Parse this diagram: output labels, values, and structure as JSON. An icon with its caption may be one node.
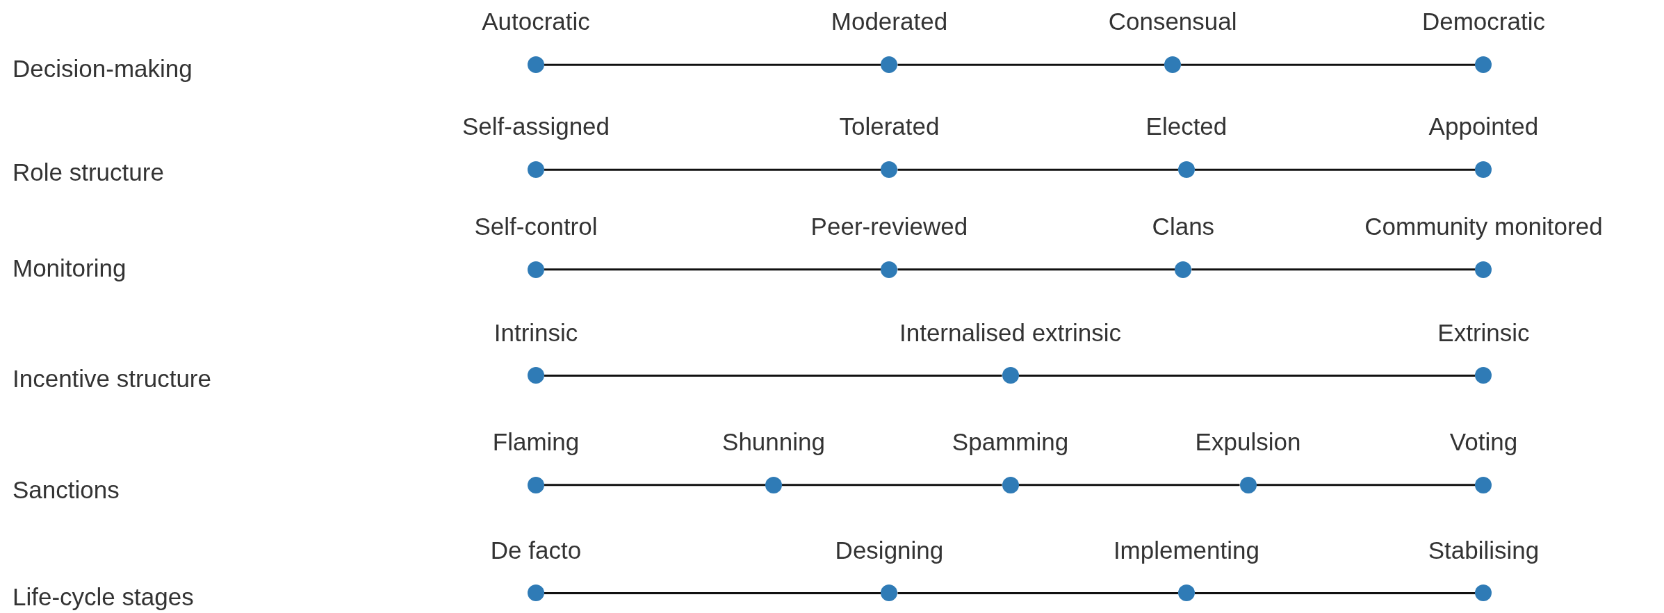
{
  "diagram": {
    "nodes": [
      {
        "text": [],
        "shape": "circle",
        "beside": [
          "Autocratic"
        ]
      },
      {
        "text": [],
        "shape": "circle",
        "beside": [
          "Moderated"
        ]
      },
      {
        "text": [],
        "shape": "circle",
        "beside": [
          "Consensual"
        ]
      },
      {
        "text": [],
        "shape": "circle",
        "beside": [
          "Democratic"
        ]
      },
      {
        "text": [],
        "shape": "circle",
        "beside": [
          "Self-assigned"
        ]
      },
      {
        "text": [],
        "shape": "circle",
        "beside": [
          "Tolerated"
        ]
      },
      {
        "text": [],
        "shape": "circle",
        "beside": [
          "Elected"
        ]
      },
      {
        "text": [],
        "shape": "circle",
        "beside": [
          "Appointed"
        ]
      },
      {
        "text": [],
        "shape": "circle",
        "beside": [
          "Self-control"
        ]
      },
      {
        "text": [],
        "shape": "circle",
        "beside": [
          "Peer-reviewed"
        ]
      },
      {
        "text": [],
        "shape": "circle",
        "beside": [
          "Clans"
        ]
      },
      {
        "text": [],
        "shape": "circle",
        "beside": [
          "Community monitored"
        ]
      },
      {
        "text": [],
        "shape": "circle",
        "beside": [
          "Intrinsic"
        ]
      },
      {
        "text": [],
        "shape": "circle",
        "beside": [
          "Internalised extrinsic"
        ]
      },
      {
        "text": [],
        "shape": "circle",
        "beside": [
          "Extrinsic"
        ]
      },
      {
        "text": [],
        "shape": "circle",
        "beside": [
          "Flaming"
        ]
      },
      {
        "text": [],
        "shape": "circle",
        "beside": [
          "Shunning"
        ]
      },
      {
        "text": [],
        "shape": "circle",
        "beside": [
          "Spamming"
        ]
      },
      {
        "text": [],
        "shape": "circle",
        "beside": [
          "Expulsion"
        ]
      },
      {
        "text": [],
        "shape": "circle",
        "beside": [
          "Voting"
        ]
      },
      {
        "text": [],
        "shape": "circle",
        "beside": [
          "De facto"
        ]
      },
      {
        "text": [],
        "shape": "circle",
        "beside": [
          "Designing"
        ]
      },
      {
        "text": [],
        "shape": "circle",
        "beside": [
          "Implementing"
        ]
      },
      {
        "text": [],
        "shape": "circle",
        "beside": [
          "Stabilising"
        ]
      }
    ],
    "edges": [
      {
        "from": 0,
        "to": 1,
        "arrow": "none"
      },
      {
        "from": 1,
        "to": 2,
        "arrow": "none"
      },
      {
        "from": 2,
        "to": 3,
        "arrow": "none"
      },
      {
        "from": 4,
        "to": 5,
        "arrow": "none"
      },
      {
        "from": 5,
        "to": 6,
        "arrow": "none"
      },
      {
        "from": 6,
        "to": 7,
        "arrow": "none"
      },
      {
        "from": 8,
        "to": 9,
        "arrow": "none"
      },
      {
        "from": 9,
        "to": 10,
        "arrow": "none"
      },
      {
        "from": 10,
        "to": 11,
        "arrow": "none"
      },
      {
        "from": 12,
        "to": 13,
        "arrow": "none"
      },
      {
        "from": 13,
        "to": 14,
        "arrow": "none"
      },
      {
        "from": 15,
        "to": 16,
        "arrow": "none"
      },
      {
        "from": 16,
        "to": 17,
        "arrow": "none"
      },
      {
        "from": 17,
        "to": 18,
        "arrow": "none"
      },
      {
        "from": 18,
        "to": 19,
        "arrow": "none"
      },
      {
        "from": 20,
        "to": 21,
        "arrow": "none"
      },
      {
        "from": 21,
        "to": 22,
        "arrow": "none"
      },
      {
        "from": 22,
        "to": 23,
        "arrow": "none"
      }
    ],
    "labels": [
      "Decision-making",
      "Role structure",
      "Monitoring",
      "Incentive structure",
      "Sanctions",
      "Life-cycle stages"
    ]
  }
}
